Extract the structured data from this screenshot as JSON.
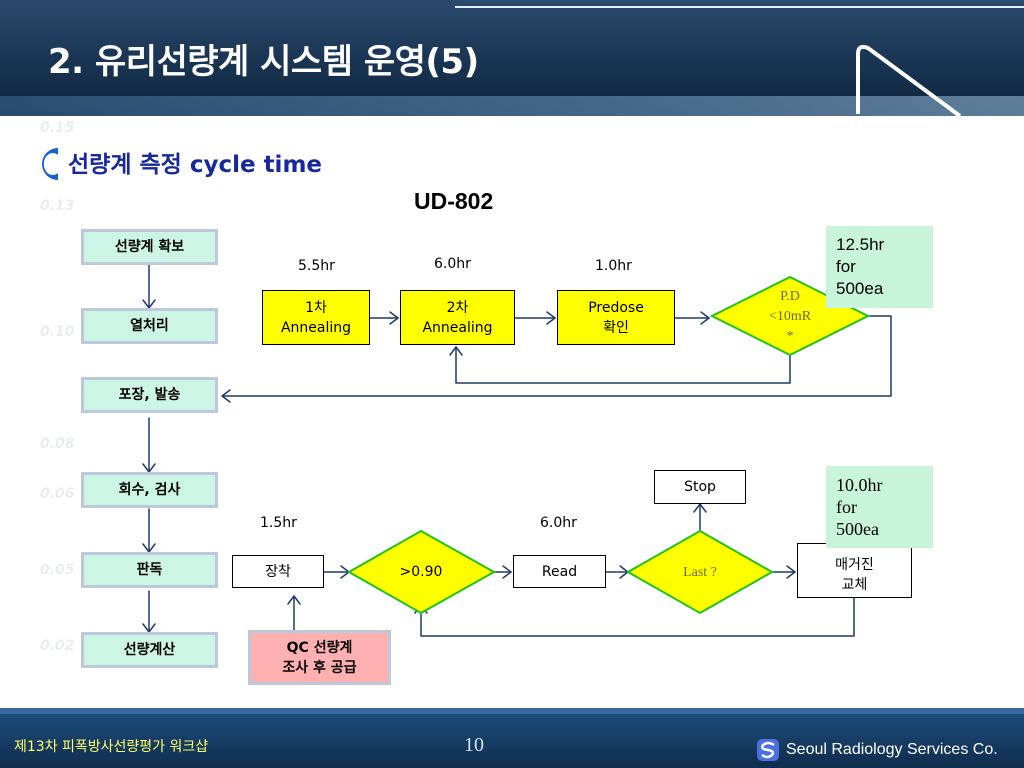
{
  "slide": {
    "title": "2. 유리선량계 시스템 운영(5)",
    "section_heading": "선량계 측정 cycle time",
    "model": "UD-802"
  },
  "background_watermarks": [
    "0.15",
    "0.13",
    "0.10",
    "0.08",
    "0.06",
    "0.05",
    "0.02"
  ],
  "process_steps": [
    "선량계 확보",
    "열처리",
    "포장, 발송",
    "회수, 검사",
    "판독",
    "선량계산"
  ],
  "flow_top": {
    "nodes": {
      "anneal1": "1차\nAnnealing",
      "anneal2": "2차\nAnnealing",
      "predose": "Predose\n확인",
      "decision": "P.D\n<10mR\n*"
    },
    "times": {
      "anneal1": "5.5hr",
      "anneal2": "6.0hr",
      "predose": "1.0hr"
    },
    "note": "12.5hr\nfor\n500ea"
  },
  "flow_bottom": {
    "nodes": {
      "mount": "장착",
      "threshold": ">0.90",
      "read": "Read",
      "last": "Last ?",
      "stop": "Stop",
      "magazine": "매거진\n교체",
      "supply": "QC 선량계\n조사 후 공급"
    },
    "times": {
      "mount": "1.5hr",
      "read": "6.0hr"
    },
    "note": "10.0hr\nfor\n500ea"
  },
  "footer": {
    "left": "제13차 피폭방사선량평가 워크샵",
    "page": "10",
    "company": "Seoul Radiology Services Co."
  },
  "colors": {
    "step_fill": "#cdf5e6",
    "decision_fill": "#ffff00",
    "supply_fill": "#ffb0b0",
    "note_fill": "#c8f5da",
    "heading_text": "#17299a",
    "arrow": "#1f3a6e"
  }
}
